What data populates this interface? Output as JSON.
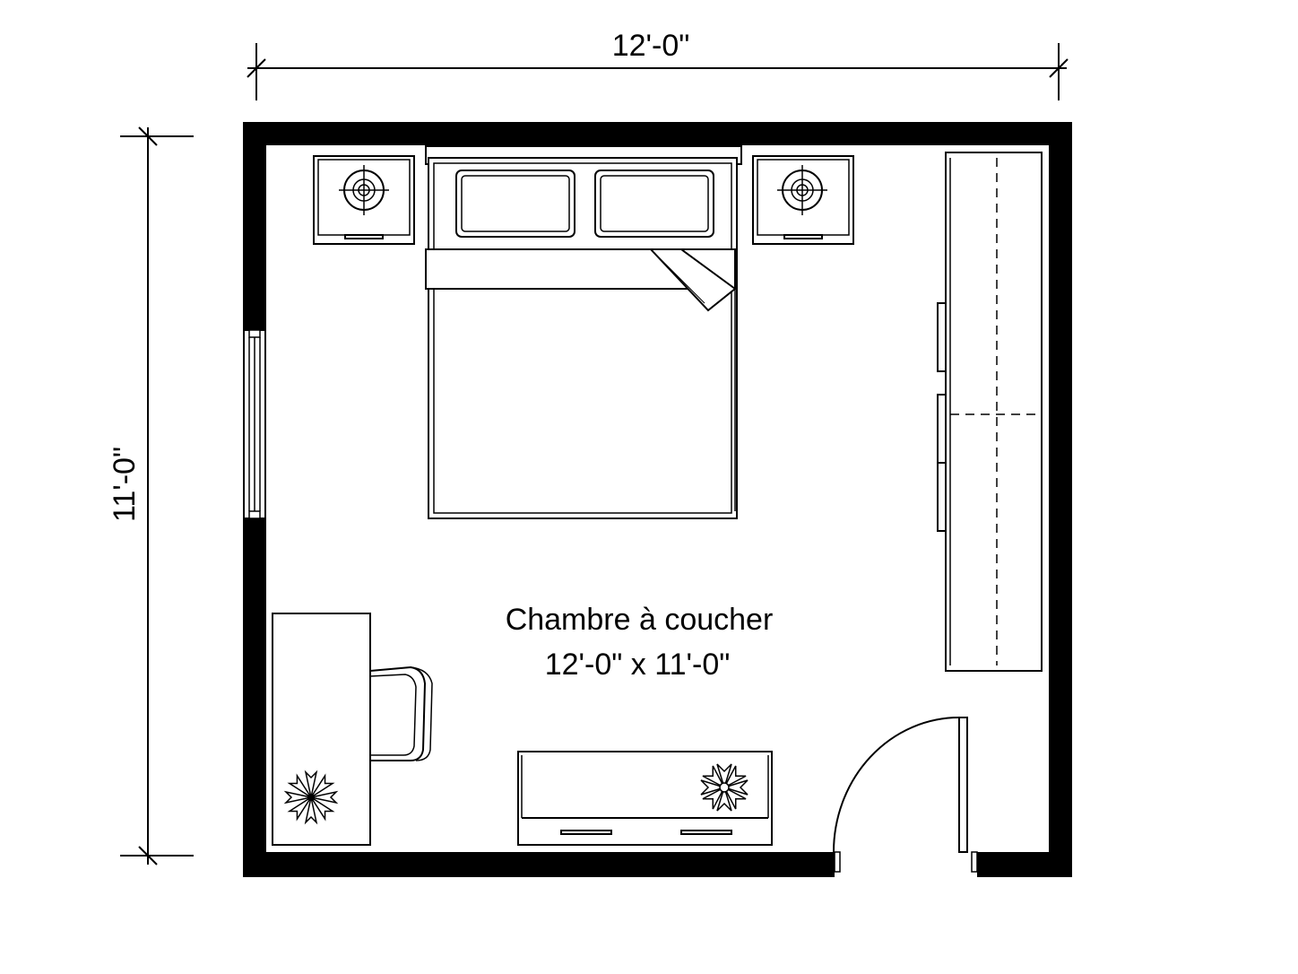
{
  "dimensions": {
    "width": "12'-0\"",
    "height": "11'-0\""
  },
  "room": {
    "name": "Chambre à coucher",
    "size": "12'-0\" x 11'-0\""
  },
  "colors": {
    "wall": "#000000",
    "background": "#ffffff",
    "line": "#000000"
  },
  "icons": [
    "lamp-icon",
    "plant-icon"
  ]
}
